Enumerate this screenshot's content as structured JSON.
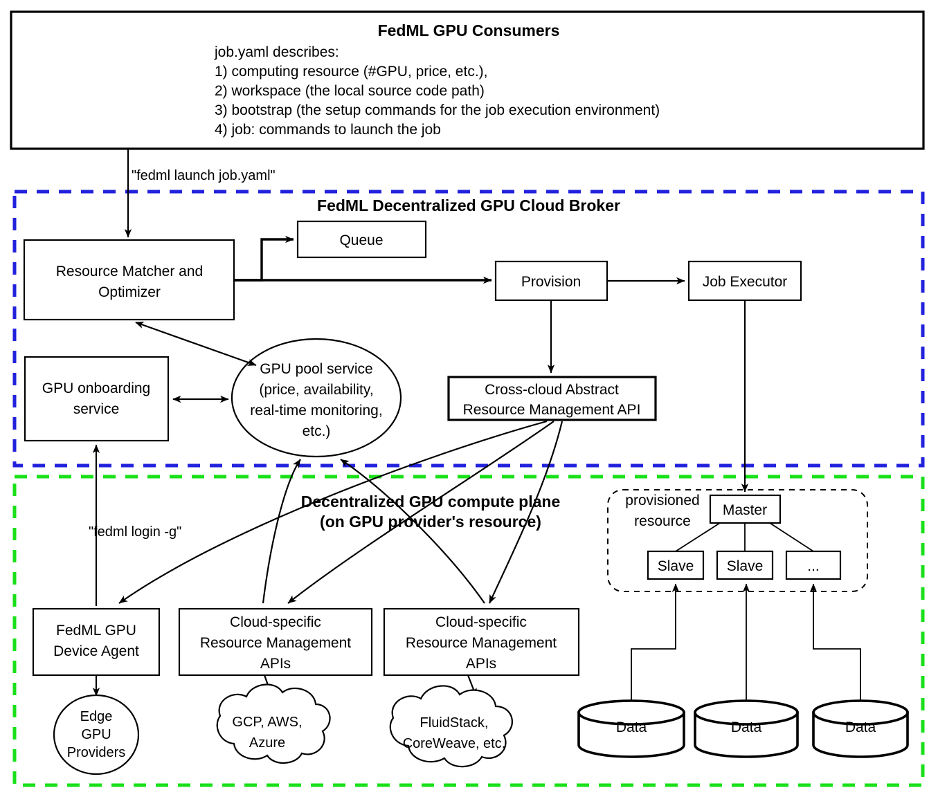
{
  "consumer_panel": {
    "title": "FedML GPU Consumers",
    "lines": [
      "job.yaml describes:",
      "1) computing resource (#GPU, price, etc.),",
      "2) workspace (the local source code path)",
      "3) bootstrap (the setup commands for the job execution environment)",
      "4) job: commands to launch the job"
    ]
  },
  "edge_labels": {
    "launch": "\"fedml launch job.yaml\"",
    "login": "\"fedml login -g\""
  },
  "broker": {
    "title": "FedML Decentralized GPU Cloud Broker",
    "border_color": "#2222dd",
    "nodes": {
      "matcher": "Resource Matcher and Optimizer",
      "matcher_l1": "Resource Matcher and",
      "matcher_l2": "Optimizer",
      "queue": "Queue",
      "provision": "Provision",
      "job_executor": "Job Executor",
      "gpu_onboarding_l1": "GPU onboarding",
      "gpu_onboarding_l2": "service",
      "gpu_pool_l1": "GPU pool service",
      "gpu_pool_l2": "(price, availability,",
      "gpu_pool_l3": "real-time monitoring,",
      "gpu_pool_l4": "etc.)",
      "cross_cloud_l1": "Cross-cloud Abstract",
      "cross_cloud_l2": "Resource Management API"
    }
  },
  "compute_plane": {
    "title_l1": "Decentralized GPU compute plane",
    "title_l2": "(on GPU provider's resource)",
    "border_color": "#19e019",
    "nodes": {
      "device_agent_l1": "FedML GPU",
      "device_agent_l2": "Device Agent",
      "cloud_api_a_l1": "Cloud-specific",
      "cloud_api_a_l2": "Resource Management",
      "cloud_api_a_l3": "APIs",
      "cloud_api_b_l1": "Cloud-specific",
      "cloud_api_b_l2": "Resource Management",
      "cloud_api_b_l3": "APIs",
      "edge_providers_l1": "Edge",
      "edge_providers_l2": "GPU",
      "edge_providers_l3": "Providers",
      "cloud_public_l1": "GCP, AWS,",
      "cloud_public_l2": "Azure",
      "cloud_neo_l1": "FluidStack,",
      "cloud_neo_l2": "CoreWeave, etc."
    },
    "provisioned": {
      "label_l1": "provisioned",
      "label_l2": "resource",
      "master": "Master",
      "slave_a": "Slave",
      "slave_b": "Slave",
      "slave_c": "..."
    },
    "data_stores": [
      "Data",
      "Data",
      "Data"
    ]
  }
}
